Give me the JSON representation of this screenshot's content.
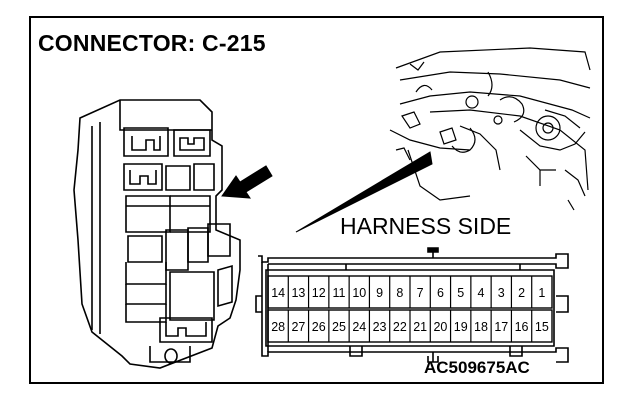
{
  "title": "CONNECTOR: C-215",
  "harness_label": "HARNESS SIDE",
  "figure_code": "AC509675AC",
  "pins_row1": [
    "14",
    "13",
    "12",
    "11",
    "10",
    "9",
    "8",
    "7",
    "6",
    "5",
    "4",
    "3",
    "2",
    "1"
  ],
  "pins_row2": [
    "28",
    "27",
    "26",
    "25",
    "24",
    "23",
    "22",
    "21",
    "20",
    "19",
    "18",
    "17",
    "16",
    "15"
  ]
}
